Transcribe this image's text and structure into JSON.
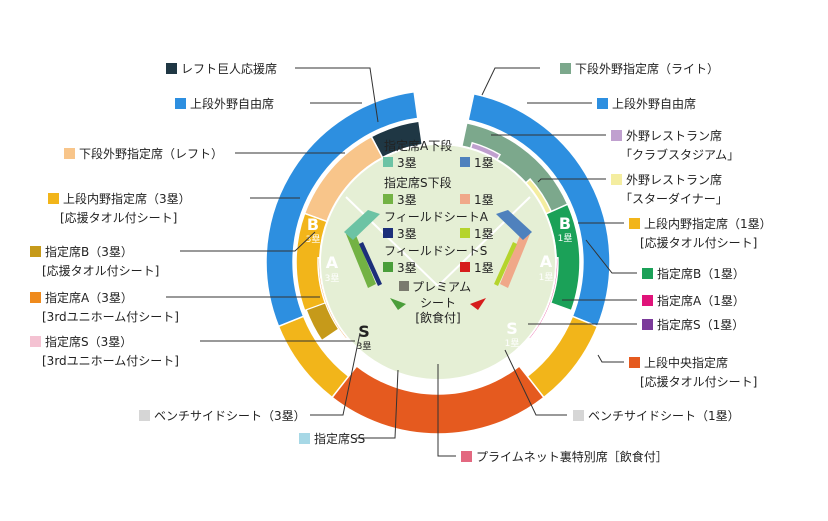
{
  "colors": {
    "left_cheer": "#1f3744",
    "outfield_free": "#2d8fe0",
    "outfield_reserved_upper_light": "#f8c58a",
    "upper_infield": "#f2b51a",
    "reserved_b_left": "#c69a1a",
    "reserved_a": "#ef8a1c",
    "reserved_s_left": "#f4c2d2",
    "bench_side": "#d6d6d6",
    "reserved_ss": "#a7d8e6",
    "prime_net": "#e36880",
    "outfield_lower_right": "#7ca88c",
    "restaurant_club": "#c0a0cf",
    "restaurant_star": "#f4eda0",
    "reserved_b_right": "#1ba158",
    "reserved_a_right": "#e0137a",
    "reserved_s_right": "#7b3a9a",
    "upper_center": "#e55a1f",
    "field": "#e5efd5",
    "premium": "#7a7a6e",
    "swatch_field_s_3b": "#4a9e3a",
    "swatch_field_s_1b": "#d61c1c",
    "swatch_field_a_3b": "#1c2f7a",
    "swatch_field_a_1b": "#b5d42c",
    "swatch_under_a_3b": "#6cc3a4",
    "swatch_under_a_1b": "#4f81bd",
    "swatch_under_s_3b": "#73b244",
    "swatch_under_s_1b": "#f0a889"
  },
  "left_labels": [
    {
      "text": "レフト巨人応援席",
      "color": "#1f3744"
    },
    {
      "text": "上段外野自由席",
      "color": "#2d8fe0"
    },
    {
      "text": "下段外野指定席（レフト）",
      "color": "#f8c58a"
    },
    {
      "text": "上段内野指定席（3塁）",
      "sub": "[応援タオル付シート]",
      "color": "#f2b51a"
    },
    {
      "text": "指定席B（3塁）",
      "sub": "[応援タオル付シート]",
      "color": "#c69a1a"
    },
    {
      "text": "指定席A（3塁）",
      "sub": "[3rdユニホーム付シート]",
      "color": "#ef8a1c"
    },
    {
      "text": "指定席S（3塁）",
      "sub": "[3rdユニホーム付シート]",
      "color": "#f4c2d2"
    },
    {
      "text": "ベンチサイドシート（3塁）",
      "color": "#d6d6d6"
    },
    {
      "text": "指定席SS",
      "color": "#a7d8e6"
    }
  ],
  "right_labels": [
    {
      "text": "下段外野指定席（ライト）",
      "color": "#7ca88c"
    },
    {
      "text": "上段外野自由席",
      "color": "#2d8fe0"
    },
    {
      "text": "外野レストラン席",
      "sub": "「クラブスタジアム」",
      "color": "#c0a0cf"
    },
    {
      "text": "外野レストラン席",
      "sub": "「スターダイナー」",
      "color": "#f4eda0"
    },
    {
      "text": "上段内野指定席（1塁）",
      "sub": "[応援タオル付シート]",
      "color": "#f2b51a"
    },
    {
      "text": "指定席B（1塁）",
      "color": "#1ba158"
    },
    {
      "text": "指定席A（1塁）",
      "color": "#e0137a"
    },
    {
      "text": "指定席S（1塁）",
      "color": "#7b3a9a"
    },
    {
      "text": "上段中央指定席",
      "sub": "[応援タオル付シート]",
      "color": "#e55a1f"
    },
    {
      "text": "ベンチサイドシート（1塁）",
      "color": "#d6d6d6"
    }
  ],
  "bottom_label": {
    "text": "プライムネット裏特別席［飲食付］",
    "color": "#e36880"
  },
  "field_legend": {
    "group1_title": "指定席A下段",
    "group1_left": "3塁",
    "group1_right": "1塁",
    "group2_title": "指定席S下段",
    "group2_left": "3塁",
    "group2_right": "1塁",
    "group3_title": "フィールドシートA",
    "group3_left": "3塁",
    "group3_right": "1塁",
    "group4_title": "フィールドシートS",
    "group4_left": "3塁",
    "group4_right": "1塁",
    "premium_line1": "プレミアム",
    "premium_line2": "シート",
    "premium_line3": "[飲食付]"
  },
  "sections": {
    "b_left": "B",
    "b_left_sub": "3塁",
    "a_left": "A",
    "a_left_sub": "3塁",
    "s_left": "S",
    "s_left_sub": "3塁",
    "b_right": "B",
    "b_right_sub": "1塁",
    "a_right": "A",
    "a_right_sub": "1塁",
    "s_right": "S",
    "s_right_sub": "1塁"
  }
}
